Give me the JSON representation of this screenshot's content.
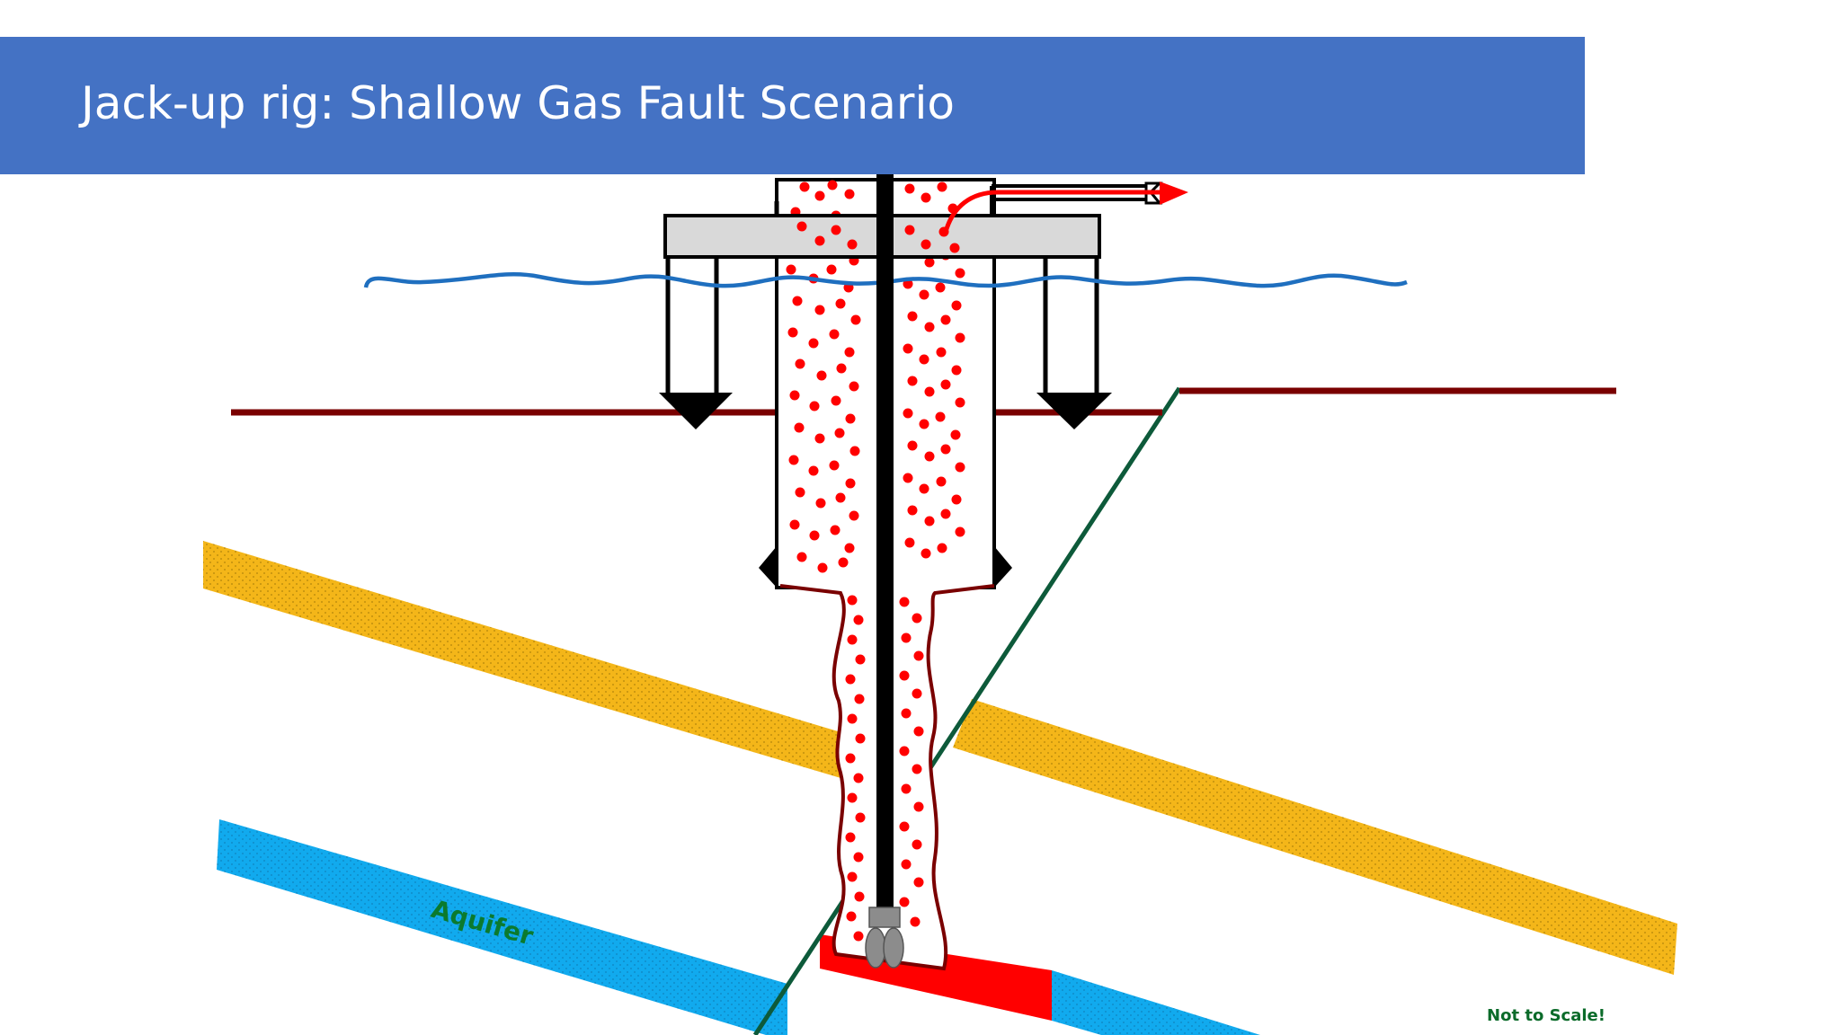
{
  "slide": {
    "title": "Jack-up rig: Shallow Gas Fault Scenario",
    "aquifer_label": "Aquifer",
    "scale_note": "Not to Scale!"
  },
  "colors": {
    "title_bar": "#4472c4",
    "gas_bubbles": "#ff0000",
    "gas_zone": "#ff0000",
    "sand_layer": "#f4b619",
    "aquifer_layer": "#11aaee",
    "sea_water": "#1f6fbf",
    "seabed": "#7a0000",
    "fault": "#0d5a3a",
    "deck": "#d9d9d9",
    "note_text": "#0b6b2a"
  },
  "icons": {
    "flow_arrow": "red-flow-arrow-icon",
    "drill_bit": "drill-bit-icon"
  }
}
